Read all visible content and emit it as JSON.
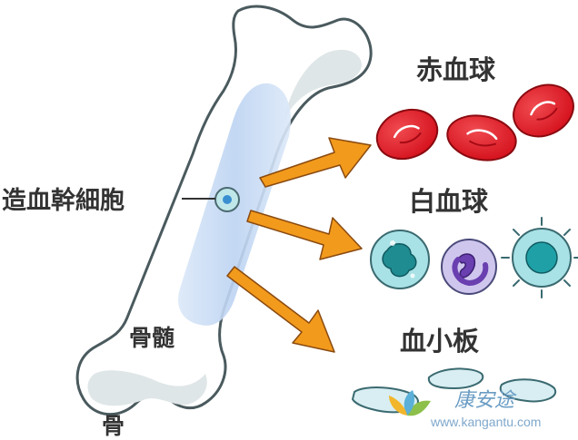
{
  "labels": {
    "stem_cell": "造血幹細胞",
    "marrow": "骨髄",
    "bone": "骨",
    "red_cells": "赤血球",
    "white_cells": "白血球",
    "platelets": "血小板"
  },
  "watermark": {
    "brand": "康安途",
    "url": "www.kangantu.com"
  },
  "colors": {
    "bone_fill": "#ffffff",
    "bone_stroke": "#4a5a5e",
    "bone_shade": "#dfe6e7",
    "marrow": "#c9dcf5",
    "arrow": "#f29a1c",
    "red_cell": "#e8202a",
    "white_cell": "#9fdde0",
    "platelet": "#d8eef2",
    "text": "#333333"
  },
  "icons": [
    "bone-outline",
    "stem-cell-icon",
    "arrow-icon",
    "red-blood-cell-icon",
    "white-blood-cell-icon",
    "platelet-icon",
    "leaf-logo-icon"
  ]
}
